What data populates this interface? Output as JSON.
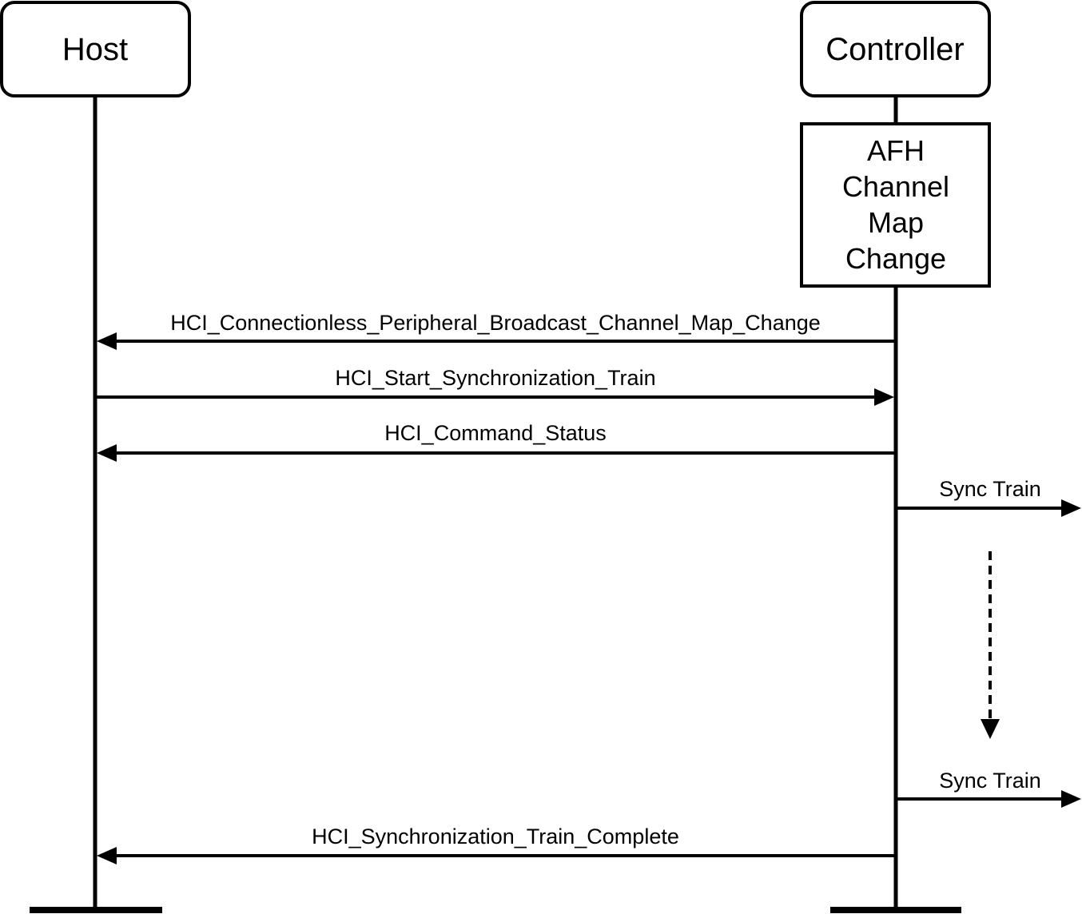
{
  "participants": {
    "host": {
      "label": "Host"
    },
    "controller": {
      "label": "Controller"
    }
  },
  "note": {
    "lines": [
      "AFH",
      "Channel",
      "Map",
      "Change"
    ]
  },
  "messages": [
    {
      "label": "HCI_Connectionless_Peripheral_Broadcast_Channel_Map_Change",
      "from": "controller",
      "to": "host"
    },
    {
      "label": "HCI_Start_Synchronization_Train",
      "from": "host",
      "to": "controller"
    },
    {
      "label": "HCI_Command_Status",
      "from": "controller",
      "to": "host"
    },
    {
      "label": "Sync Train",
      "from": "controller",
      "to": "air"
    },
    {
      "label": "Sync Train",
      "from": "controller",
      "to": "air"
    },
    {
      "label": "HCI_Synchronization_Train_Complete",
      "from": "controller",
      "to": "host"
    }
  ],
  "colors": {
    "line": "#000000",
    "background": "#ffffff"
  }
}
